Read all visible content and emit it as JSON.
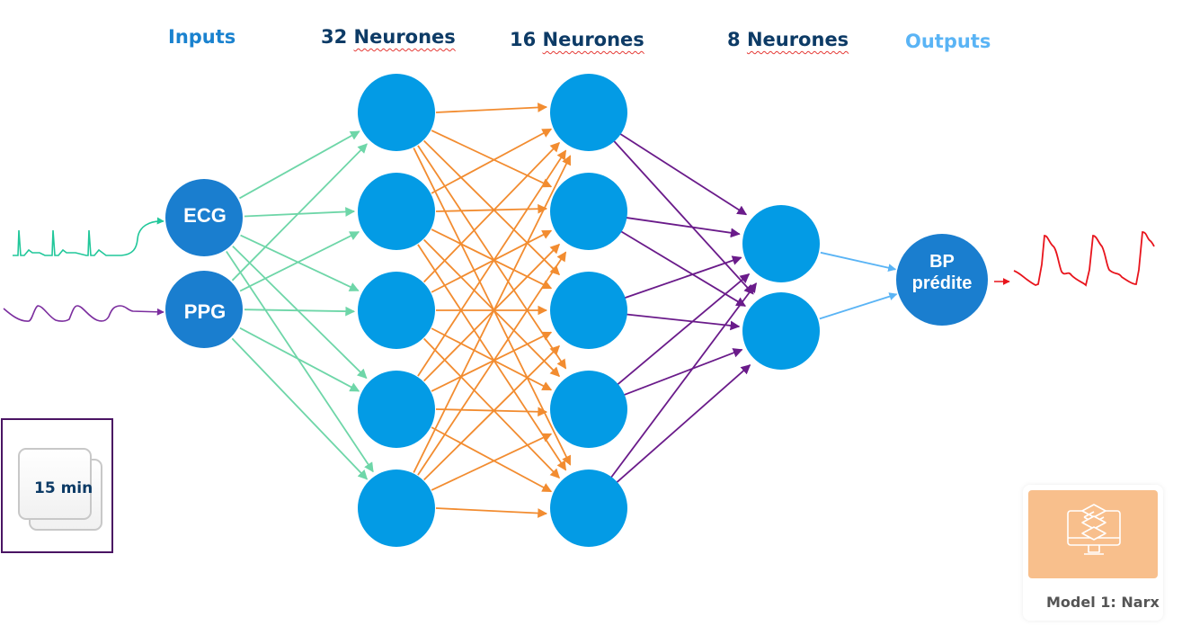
{
  "headers": {
    "inputs": "Inputs",
    "layer1_count": "32",
    "layer2_count": "16",
    "layer3_count": "8",
    "neurons_word": "Neurones",
    "outputs": "Outputs"
  },
  "input_nodes": [
    {
      "label": "ECG",
      "signal": "ecg"
    },
    {
      "label": "PPG",
      "signal": "ppg"
    }
  ],
  "hidden_layers": [
    {
      "neurons": 32,
      "visible_nodes": 5
    },
    {
      "neurons": 16,
      "visible_nodes": 5
    },
    {
      "neurons": 8,
      "visible_nodes": 2
    }
  ],
  "output_node": {
    "line1": "BP",
    "line2": "prédite"
  },
  "window": {
    "label": "15 min"
  },
  "model_card": {
    "label": "Model 1: Narx",
    "icon": "layers-monitor-icon"
  },
  "colors": {
    "header_inputs": "#1a82cf",
    "header_layers": "#0d3b66",
    "header_outputs": "#5ab4f5",
    "io_node": "#1a7ecf",
    "hidden_node": "#039be5",
    "edge_input": "#6ed6a8",
    "edge_hidden1": "#f28c30",
    "edge_hidden2": "#6a1b8a",
    "edge_output": "#5ab4f5",
    "ecg_signal": "#21c79a",
    "ppg_signal": "#7b2d9e",
    "bp_signal": "#e8141c",
    "window_border": "#4a1463",
    "model_thumb": "#f8bf8c"
  }
}
